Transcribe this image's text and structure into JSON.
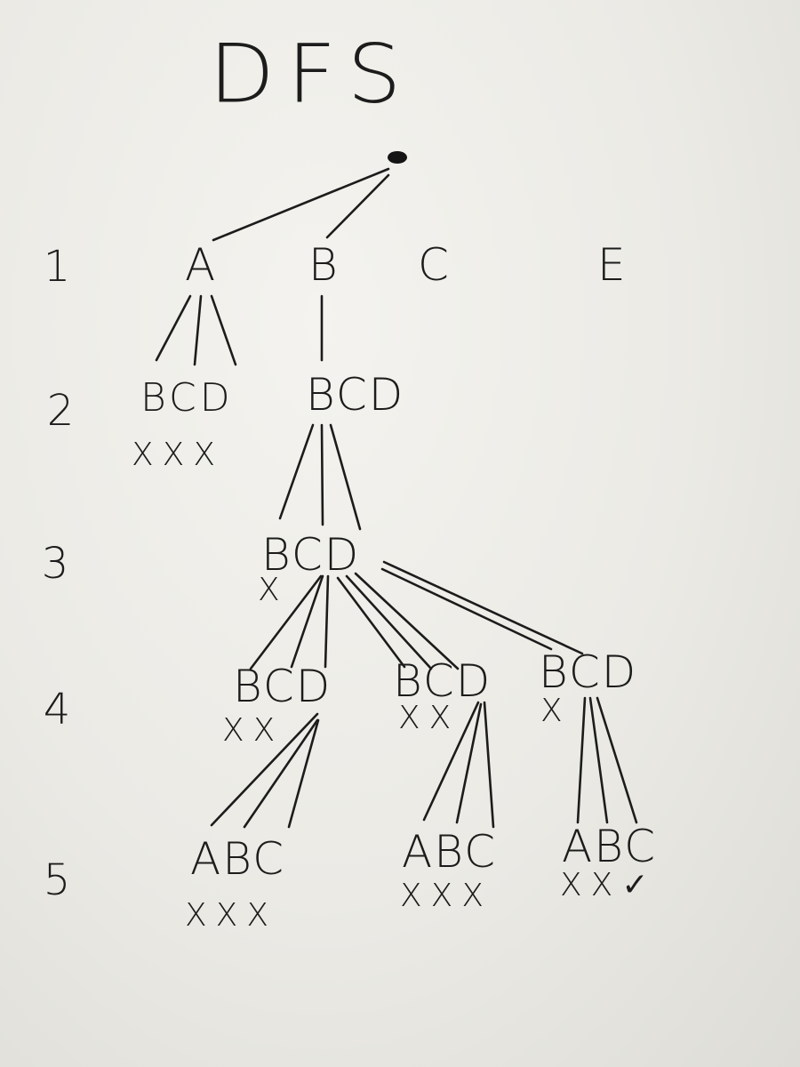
{
  "title": "DFS",
  "levels": [
    "1",
    "2",
    "3",
    "4",
    "5"
  ],
  "level1": {
    "a": "A",
    "b": "B",
    "c": "C",
    "e": "E"
  },
  "level2": {
    "under_a": "BCD",
    "under_b": "BCD",
    "marks_a": "XXX"
  },
  "level3": {
    "node": "BCD",
    "mark": "X"
  },
  "level4": {
    "left": "BCD",
    "left_marks": "XX",
    "middle": "BCD",
    "middle_marks": "XX",
    "right": "BCD",
    "right_mark": "X"
  },
  "level5": {
    "left": "ABC",
    "left_marks": "XXX",
    "middle": "ABC",
    "middle_marks": "XXX",
    "right": "ABC",
    "right_marks": "XX✓"
  }
}
